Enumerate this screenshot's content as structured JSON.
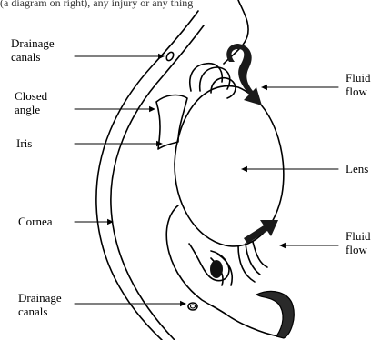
{
  "caption": "(a diagram on right), any injury or any thing",
  "labels": {
    "drainage_top": [
      "Drainage",
      "canals"
    ],
    "closed_angle": [
      "Closed",
      "angle"
    ],
    "iris": "Iris",
    "cornea": "Cornea",
    "drainage_bottom": [
      "Drainage",
      "canals"
    ],
    "fluid_flow_top": [
      "Fluid",
      "flow"
    ],
    "lens": "Lens",
    "fluid_flow_bottom": [
      "Fluid",
      "flow"
    ]
  },
  "colors": {
    "ink": "#000000",
    "arrow_fill": "#1a1a1a"
  }
}
